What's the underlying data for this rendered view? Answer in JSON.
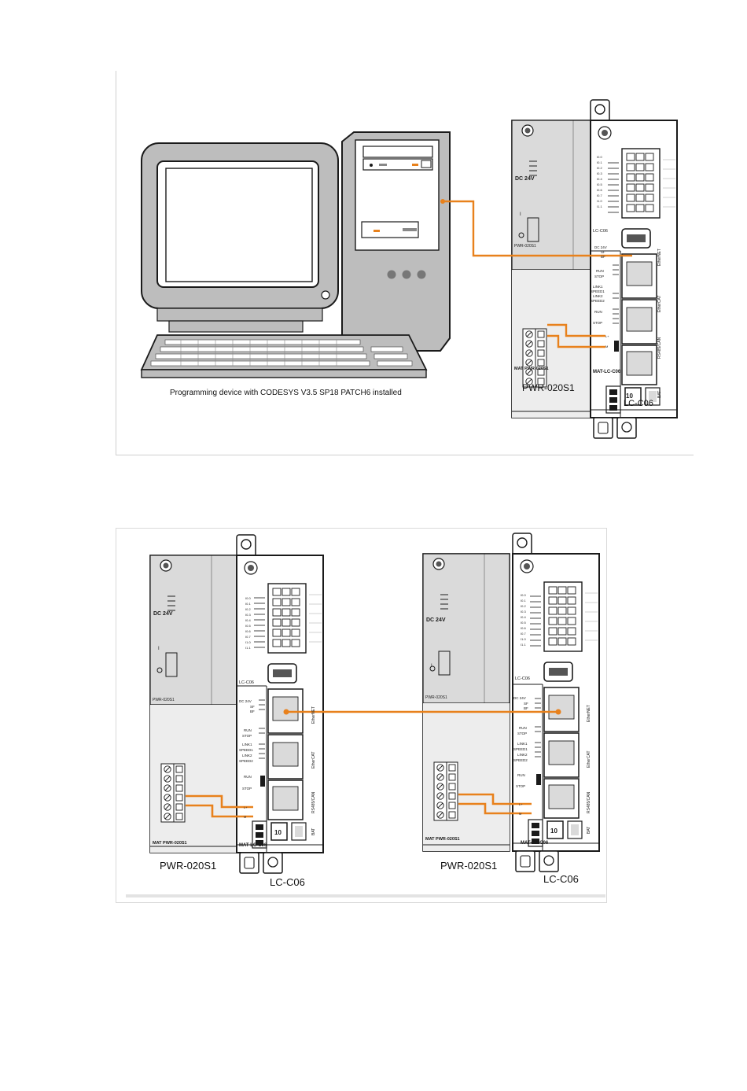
{
  "top_figure": {
    "caption": "Programming device with CODESYS V3.5 SP18 PATCH6 installed",
    "psu_label": "PWR-020S1",
    "controller_label": "LC-C06"
  },
  "bottom_figure": {
    "left_psu_label": "PWR-020S1",
    "left_controller_label": "LC-C06",
    "right_psu_label": "PWR-020S1",
    "right_controller_label": "LC-C06"
  },
  "device_text": {
    "psu_voltage": "DC 24V",
    "psu_model": "PWR-020S1",
    "psu_mat": "MAT PWR-020S1",
    "controller_model": "LC-C06",
    "controller_mat": "MAT-LC-C06",
    "io_labels": [
      "I0.0",
      "I0.1",
      "I0.2",
      "I0.3",
      "I0.4",
      "I0.5",
      "I0.6",
      "I0.7",
      "I1.0",
      "I1.1"
    ],
    "status_group1": [
      "DC 24V",
      "SF",
      "BF"
    ],
    "status_group2": [
      "RUN",
      "STOP"
    ],
    "status_group3": [
      "LINK1",
      "SPEED1",
      "LINK2",
      "SPEED2"
    ],
    "switch_labels": [
      "RUN",
      "STOP"
    ],
    "power_terminals": [
      "L+",
      "M"
    ],
    "port_ethernet": "EtherNET",
    "port_ethercat": "EtherCAT",
    "port_rs485": "RS485/CAN",
    "bat_label": "BAT",
    "counter": "10",
    "switch_on": "I"
  },
  "colors": {
    "cable": "#E8811C",
    "panel_fill": "#D9D9D9",
    "outline": "#1a1a1a",
    "computer_fill": "#BDBDBD"
  }
}
